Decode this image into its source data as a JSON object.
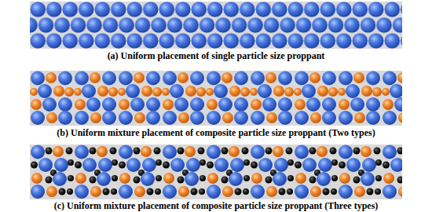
{
  "diagram": {
    "labels": [
      "(a) Uniform placement of single particle size proppant",
      "(b) Uniform mixture placement of composite particle size proppant (Two types)",
      "(c) Uniform mixture placement of composite particle size proppant (Three types)"
    ]
  }
}
